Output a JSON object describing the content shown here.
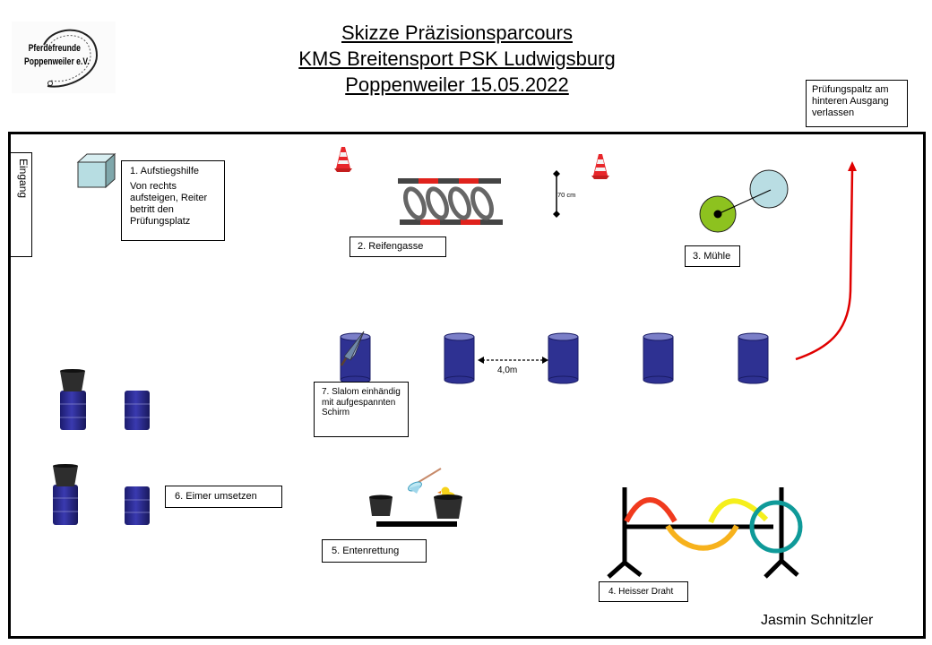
{
  "header": {
    "title_lines": [
      "Skizze Präzisionsparcours",
      "KMS Breitensport PSK Ludwigsburg",
      "Poppenweiler 15.05.2022"
    ],
    "logo": {
      "line1": "Pferdefreunde",
      "line2": "Poppenweiler e.V.",
      "icon": "horseshoe-icon"
    }
  },
  "exit_note": "Prüfungspaltz am hinteren Ausgang verlassen",
  "entrance_label": "Eingang",
  "stations": {
    "s1": {
      "title": "1. Aufstiegshilfe",
      "desc": "Von rechts aufsteigen, Reiter betritt den Prüfungsplatz",
      "icon": "mounting-block-icon"
    },
    "s2": {
      "title": "2. Reifengasse",
      "measure": "70 cm",
      "icon": "tire-lane-icon"
    },
    "s3": {
      "title": "3. Mühle",
      "icon": "mill-icon"
    },
    "s4": {
      "title": "4. Heisser Draht",
      "icon": "hot-wire-icon"
    },
    "s5": {
      "title": "5. Entenrettung",
      "icon": "duck-rescue-icon"
    },
    "s6": {
      "title": "6. Eimer umsetzen",
      "icon": "bucket-barrel-icon"
    },
    "s7": {
      "title": "7. Slalom einhändig mit aufgespannten Schirm",
      "distance": "4,0m",
      "icon": "slalom-barrel-icon"
    }
  },
  "author": "Jasmin Schnitzler",
  "colors": {
    "barrel": "#2e3192",
    "barrel_top": "#7b7fc8",
    "cone": "#e8262a",
    "mill_green": "#8dc21f",
    "mill_blue": "#b9dde3",
    "exit_arrow": "#e00000",
    "wire_red": "#f03a1e",
    "wire_yellow": "#f5ef1c",
    "wire_orange": "#f7b21c",
    "ring_teal": "#0f9a99",
    "block": "#b7dde2"
  }
}
